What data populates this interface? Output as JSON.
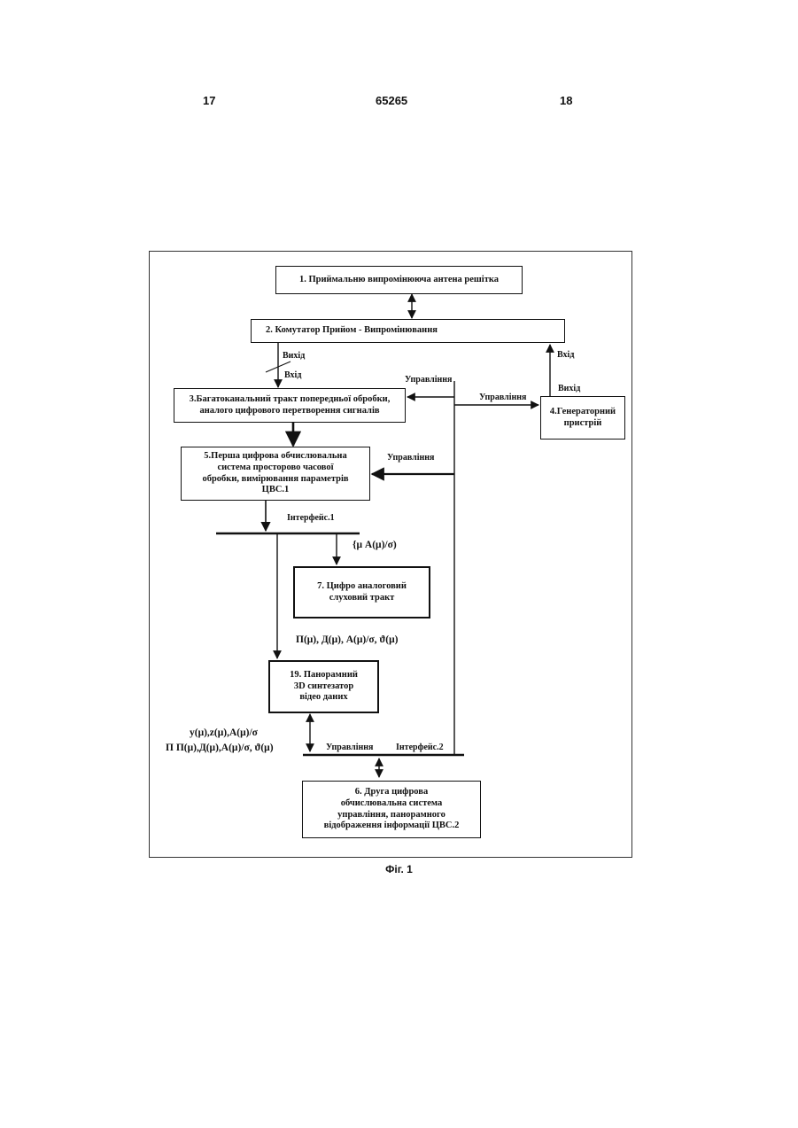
{
  "header": {
    "page_left": "17",
    "patent_number": "65265",
    "page_right": "18"
  },
  "blocks": {
    "b1": "1. Приймальню випромінююча  антена решітка",
    "b2": "2.        Комутатор  Прийом - Випромінювання",
    "b3": "3.Багатоканальний  тракт попередньої обробки,\nаналого цифрового перетворення сигналів",
    "b4": "4.Генераторний\nпристрій",
    "b5": "5.Перша цифрова обчислювальна\nсистема просторово часової\nобробки, вимірювання параметрів\nЦВС.1",
    "b7": "7.  Цифро аналоговий\nслуховий тракт",
    "b19": "19. Панорамний\n3D синтезатор\nвідео даних",
    "b6": "6. Друга цифрова\nобчислювальна  система\nуправління,   панорамного\nвідображення інформації ЦВС.2"
  },
  "labels": {
    "vykhid_1": "Вихід",
    "vkhid_1": "Вхід",
    "upravlinnia_1": "Управління",
    "upravlinnia_2": "Управління",
    "vkhid_2": "Вхід",
    "vykhid_2": "Вихід",
    "upravlinnia_3": "Управління",
    "interface_1": "Інтерфейс.1",
    "bus_signal_1": "{μ A(μ)/σ)",
    "bus_signal_2": "П(μ), Д(μ), A(μ)/σ, ϑ(μ)",
    "left_signal_1": "y(μ),z(μ),A(μ)/σ",
    "left_signal_2": "П  П(μ),Д(μ),A(μ)/σ, ϑ(μ)",
    "upravlinnia_4": "Управління",
    "interface_2": "Інтерфейс.2"
  },
  "caption": "Фіг. 1"
}
